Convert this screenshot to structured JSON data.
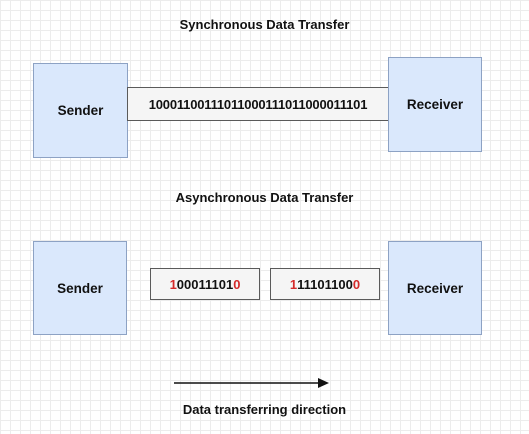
{
  "sync": {
    "title": "Synchronous Data Transfer",
    "sender": "Sender",
    "receiver": "Receiver",
    "bitstream": "10001100111011000111011000011101"
  },
  "async": {
    "title": "Asynchronous Data Transfer",
    "sender": "Sender",
    "receiver": "Receiver",
    "packet1": {
      "start_bit": "1",
      "data_bits": "00011101",
      "stop_bit": "0"
    },
    "packet2": {
      "start_bit": "1",
      "data_bits": "11101100",
      "stop_bit": "0"
    }
  },
  "direction_label": "Data transferring direction",
  "colors": {
    "node_fill": "#dae8fc",
    "node_border": "#8da2c4",
    "frame_bit": "#d42a2a"
  }
}
